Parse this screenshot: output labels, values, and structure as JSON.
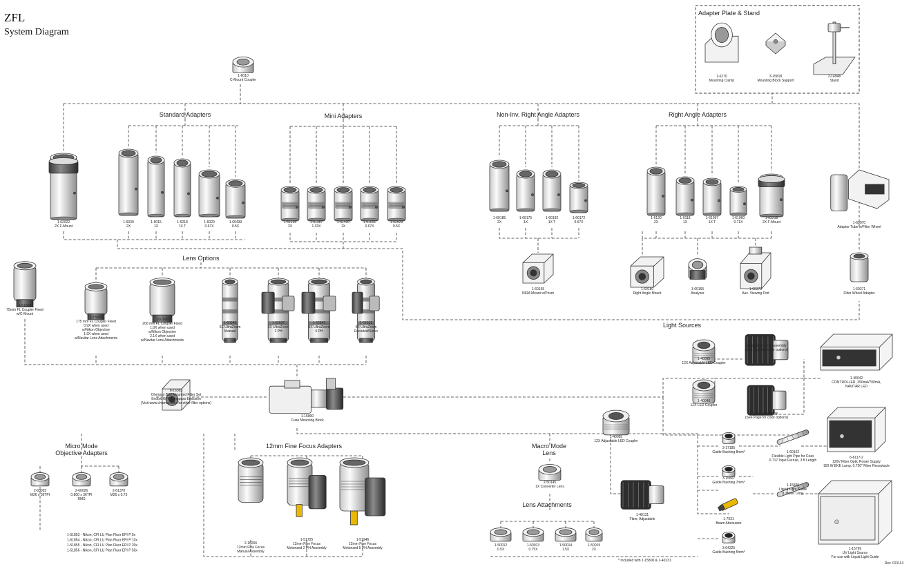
{
  "header": {
    "title": "ZFL",
    "subtitle": "System Diagram"
  },
  "sections": {
    "adapter_plate_stand": "Adapter Plate & Stand",
    "standard_adapters": "Standard Adapters",
    "mini_adapters": "Mini Adapters",
    "non_inv_right_angle": "Non-Inv. Right Angle Adapters",
    "right_angle": "Right Angle Adapters",
    "lens_options": "Lens Options",
    "light_sources": "Light Sources",
    "micro_mode": [
      "Micro Mode",
      "Objective Adapters"
    ],
    "fine_focus": "12mm Fine Focus Adapters",
    "macro_mode": [
      "Macro Mode",
      "Lens"
    ],
    "lens_attachments": "Lens Attachments"
  },
  "parts": [
    {
      "id": "mount-clamp",
      "icon": "mounting-clamp-icon",
      "lines": [
        "1-6270",
        "Mounting Clamp"
      ]
    },
    {
      "id": "mount-block",
      "icon": "mounting-block-icon",
      "lines": [
        "3-15818",
        "Mounting Block Support"
      ]
    },
    {
      "id": "stand",
      "icon": "stand-icon",
      "lines": [
        "2-14948",
        "Stand"
      ]
    },
    {
      "id": "c-mount",
      "icon": "c-mount-coupler-icon",
      "lines": [
        "1-6010",
        "C-Mount Coupler"
      ]
    },
    {
      "id": "std-2xf",
      "icon": "f-mount-adapter-icon",
      "lines": [
        "1-62922",
        "2X F-Mount"
      ]
    },
    {
      "id": "std-2x",
      "icon": "tube-adapter-icon",
      "lines": [
        "1-6030",
        "2X"
      ]
    },
    {
      "id": "std-1x",
      "icon": "tube-adapter-icon",
      "lines": [
        "1-6015",
        "1X"
      ]
    },
    {
      "id": "std-1xt",
      "icon": "tube-adapter-icon",
      "lines": [
        "1-6218",
        "1X T"
      ]
    },
    {
      "id": "std-067",
      "icon": "tube-adapter-icon",
      "lines": [
        "1-6020",
        "0.67X"
      ]
    },
    {
      "id": "std-05",
      "icon": "tube-adapter-icon",
      "lines": [
        "1-60439",
        "0.5X"
      ]
    },
    {
      "id": "mini-2x",
      "icon": "mini-adapter-icon",
      "lines": [
        "1-62136",
        "2X"
      ]
    },
    {
      "id": "mini-133",
      "icon": "mini-adapter-icon",
      "lines": [
        "1-61387",
        "1.33X"
      ]
    },
    {
      "id": "mini-1x",
      "icon": "mini-adapter-icon",
      "lines": [
        "1-61400",
        "1X"
      ]
    },
    {
      "id": "mini-067",
      "icon": "mini-adapter-icon",
      "lines": [
        "1-61001",
        "0.67X"
      ]
    },
    {
      "id": "mini-05",
      "icon": "mini-adapter-icon",
      "lines": [
        "1-62629",
        "0.5X"
      ]
    },
    {
      "id": "ni-2x",
      "icon": "tube-adapter-icon",
      "lines": [
        "1-60185",
        "2X"
      ]
    },
    {
      "id": "ni-1x",
      "icon": "tube-adapter-icon",
      "lines": [
        "1-60175",
        "1X"
      ]
    },
    {
      "id": "ni-1xt",
      "icon": "tube-adapter-icon",
      "lines": [
        "1-60192",
        "1X T"
      ]
    },
    {
      "id": "ni-067",
      "icon": "tube-adapter-icon",
      "lines": [
        "1-60172",
        "0.67X"
      ]
    },
    {
      "id": "ra-2x",
      "icon": "tube-adapter-icon",
      "lines": [
        "1-6120",
        "2X"
      ]
    },
    {
      "id": "ra-1x",
      "icon": "tube-adapter-icon",
      "lines": [
        "1-6118",
        "1X"
      ]
    },
    {
      "id": "ra-1xt",
      "icon": "tube-adapter-icon",
      "lines": [
        "1-61997",
        "1X T"
      ]
    },
    {
      "id": "ra-071",
      "icon": "tube-adapter-icon",
      "lines": [
        "1-61960",
        "0.71X"
      ]
    },
    {
      "id": "ra-2xf",
      "icon": "f-mount-adapter-icon",
      "lines": [
        "1-63218",
        "2X F-Mount"
      ]
    },
    {
      "id": "filter-wheel-tube",
      "icon": "filter-wheel-icon",
      "lines": [
        "1-60070",
        "Adapter Tube w/Filter Wheel"
      ]
    },
    {
      "id": "nira-mount",
      "icon": "cube-mount-icon",
      "lines": [
        "1-60165",
        "NIRA Mount w/Prism"
      ]
    },
    {
      "id": "ra-mount",
      "icon": "cube-mount-icon",
      "lines": [
        "1-60180",
        "Right Angle Mount"
      ]
    },
    {
      "id": "analyzer",
      "icon": "analyzer-icon",
      "lines": [
        "1-60165",
        "Analyzer"
      ]
    },
    {
      "id": "aux-port",
      "icon": "aux-port-icon",
      "lines": [
        "1-60370",
        "Aux. Viewing Port"
      ]
    },
    {
      "id": "fw-adapter",
      "icon": "filter-wheel-adapter-icon",
      "lines": [
        "1-60371",
        "Filter Wheel Adapter"
      ]
    },
    {
      "id": "lens-75",
      "icon": "lens-icon",
      "lines": [
        "1-51826",
        "75mm FL Coupler Fixed",
        "w/C-Mount"
      ]
    },
    {
      "id": "lens-175",
      "icon": "lens-icon",
      "lines": [
        "1-15601",
        "175 mm FL Coupler Fixed",
        "0.9X when used",
        "w/Nikon Objective",
        "1.9X when used",
        "w/Navitar Lens Attachments"
      ]
    },
    {
      "id": "lens-200",
      "icon": "lens-icon",
      "lines": [
        "1-51620",
        "200 mm FL Coupler Fixed",
        "1.0X when used",
        "w/Nikon Objective",
        "2.1X when used",
        "w/Navitar Lens Attachments"
      ]
    },
    {
      "id": "zoom-manual",
      "icon": "ultrazoom-icon",
      "lines": [
        "1-60349",
        "6X UltraZoom",
        "Manual"
      ]
    },
    {
      "id": "zoom-2ph",
      "icon": "ultrazoom-motor-icon",
      "lines": [
        "1-62637",
        "6X UltraZoom",
        "2 PH"
      ]
    },
    {
      "id": "zoom-5ph",
      "icon": "ultrazoom-motor-icon",
      "lines": [
        "1-62643",
        "6X UltraZoom",
        "5 PH"
      ]
    },
    {
      "id": "zoom-servo",
      "icon": "ultrazoom-motor-icon",
      "lines": [
        "1-62631",
        "6X UltraZoom",
        "Encoded/Servo"
      ]
    },
    {
      "id": "filter-set",
      "icon": "filter-cube-icon",
      "lines": [
        "8-16383",
        "Olympus BX2 Mounted Filter Set",
        "Endow GFP Longpass Emission",
        "(Visit www.chroma.com for other filter options)"
      ]
    },
    {
      "id": "cube-block",
      "icon": "cube-block-icon",
      "lines": [
        "1-15800",
        "Cube Mounting Block"
      ]
    },
    {
      "id": "led-12xadj-a",
      "icon": "led-coupler-icon",
      "lines": [
        "1-40095",
        "12X Adjustable LED Coupler"
      ]
    },
    {
      "id": "led-adj-assy",
      "icon": "led-assembly-icon",
      "lines": [
        "Adjustable LED Assembly",
        "(See Page     for color options)"
      ]
    },
    {
      "id": "controller",
      "icon": "controller-icon",
      "lines": [
        "1-40042",
        "CONTROLLER, 350mA/700mA,",
        "NAVITAR LED"
      ]
    },
    {
      "id": "led-12x",
      "icon": "led-coupler-icon",
      "lines": [
        "1-40049",
        "12X LED Coupler"
      ]
    },
    {
      "id": "led-assy",
      "icon": "led-assembly-icon",
      "lines": [
        "LED Assembly",
        "(See Page      for color options)"
      ]
    },
    {
      "id": "led-12xadj-b",
      "icon": "led-coupler-icon",
      "lines": [
        "1-40095",
        "12X Adjustable LED Coupler"
      ]
    },
    {
      "id": "bush-8",
      "icon": "guide-bushing-icon",
      "lines": [
        "3-17185",
        "Guide Bushing 8mm*"
      ]
    },
    {
      "id": "light-pipe",
      "icon": "light-pipe-icon",
      "lines": [
        "1-60162",
        "Flexible Light Pipe for Coax",
        "0.717 Input Ferrule, 3 ft Length"
      ]
    },
    {
      "id": "power-supply",
      "icon": "power-supply-icon",
      "lines": [
        "6-6117-2",
        "120V Fiber Optic Power Supply",
        "150 W EKE Lamp, 0.720\" Fiber Receptacle"
      ]
    },
    {
      "id": "bush-7",
      "icon": "guide-bushing-icon",
      "lines": [
        "3-15807",
        "Guide Bushing 7mm*"
      ]
    },
    {
      "id": "liquid-guide",
      "icon": "light-pipe-icon",
      "lines": [
        "1-15820",
        "Liquid Light Guide",
        "1 Meter Long"
      ]
    },
    {
      "id": "attenuator",
      "icon": "attenuator-icon",
      "lines": [
        "1-7931",
        "Beam Attenuator"
      ]
    },
    {
      "id": "bush-5",
      "icon": "guide-bushing-icon",
      "lines": [
        "3-64325",
        "Guide Bushing 5mm*"
      ]
    },
    {
      "id": "fiber-adj",
      "icon": "fiber-adapter-icon",
      "lines": [
        "1-40131",
        "Fiber, Adjustable"
      ]
    },
    {
      "id": "uv-source",
      "icon": "uv-source-icon",
      "lines": [
        "1-15799",
        "UV Light Source",
        "For use with Liquid Light Guide"
      ]
    },
    {
      "id": "obj-m26a",
      "icon": "objective-adapter-icon",
      "lines": [
        "2-60025",
        "M26 x 36TPI"
      ]
    },
    {
      "id": "obj-rms",
      "icon": "objective-adapter-icon",
      "lines": [
        "2-60026",
        "0.800 x 36TPI",
        "RMS"
      ]
    },
    {
      "id": "obj-m25",
      "icon": "objective-adapter-icon",
      "lines": [
        "2-61370",
        "M25 x 0.75"
      ]
    },
    {
      "id": "ff-manual",
      "icon": "fine-focus-icon",
      "lines": [
        "2-16266",
        "12mm Fine Focus",
        "Manual Assembly"
      ]
    },
    {
      "id": "ff-2ph",
      "icon": "fine-focus-motor-icon",
      "lines": [
        "1-51725",
        "12mm Fine Focus",
        "Motorized 2 PH Assembly"
      ]
    },
    {
      "id": "ff-5ph",
      "icon": "fine-focus-motor-icon",
      "lines": [
        "1-51946",
        "12mm Fine Focus",
        "Motorized 5 PH Assembly"
      ]
    },
    {
      "id": "converter",
      "icon": "converter-lens-icon",
      "lines": [
        "2-50145",
        "1X Converter Lens"
      ]
    },
    {
      "id": "att-05",
      "icon": "lens-attachment-icon",
      "lines": [
        "1-50012",
        "0.5X"
      ]
    },
    {
      "id": "att-075",
      "icon": "lens-attachment-icon",
      "lines": [
        "1-50013",
        "0.75X"
      ]
    },
    {
      "id": "att-15",
      "icon": "lens-attachment-icon",
      "lines": [
        "1-50014",
        "1.5X"
      ]
    },
    {
      "id": "att-2",
      "icon": "lens-attachment-icon",
      "lines": [
        "1-50015",
        "2X"
      ]
    }
  ],
  "objectives": [
    "1-51853  -  Nikon, CFI LU Plan Fluor EPI P 5x",
    "1-51854  -  Nikon, CFI LU Plan Fluor EPI P 10x",
    "1-51855  -  Nikon, CFI LU Plan Fluor EPI P 20x",
    "1-51856  -  Nikon, CFI LU Plan Fluor EPI P 50x"
  ],
  "footnote": "* Included with 1-15800 & 1-40131",
  "revision": "Rev. 021114"
}
